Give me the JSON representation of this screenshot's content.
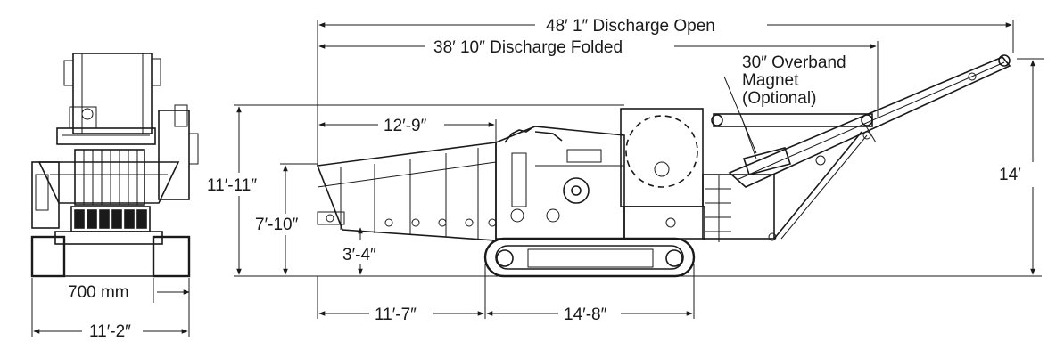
{
  "dimensions": {
    "discharge_open": "48′ 1″ Discharge Open",
    "discharge_folded": "38′ 10″ Discharge Folded",
    "magnet_line1": "30″ Overband",
    "magnet_line2": "Magnet",
    "magnet_line3": "(Optional)",
    "hopper_length": "12′-9″",
    "overall_height": "11′-11″",
    "hopper_height": "7′-10″",
    "feed_height": "3′-4″",
    "discharge_height": "14′",
    "front_to_track": "11′-7″",
    "track_length": "14′-8″",
    "track_width": "700 mm",
    "overall_width": "11′-2″"
  },
  "colors": {
    "line": "#1a1a1a",
    "background": "#ffffff"
  }
}
